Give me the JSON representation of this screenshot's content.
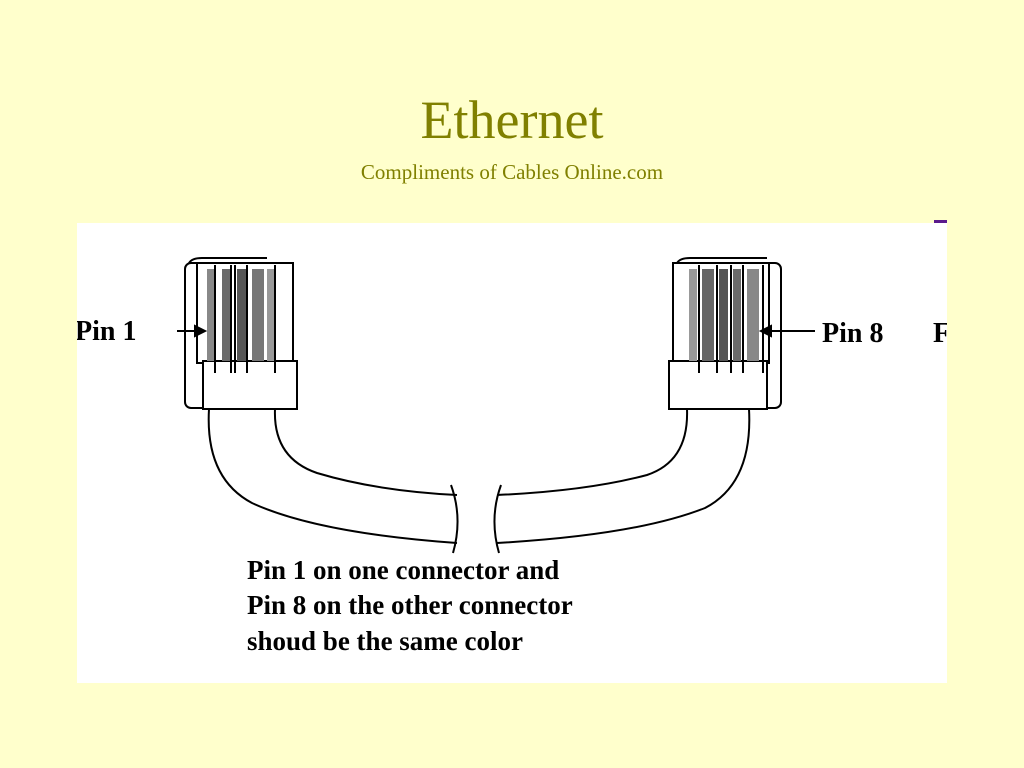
{
  "slide": {
    "title": "Ethernet",
    "subtitle": "Compliments of Cables Online.com"
  },
  "diagram": {
    "left_label": "Pin 1",
    "right_label": "Pin 8",
    "right_edge_label": "F",
    "caption": {
      "line1": "Pin 1 on one connector and",
      "line2": "Pin 8 on the other connector",
      "line3": "shoud be the same color"
    }
  }
}
